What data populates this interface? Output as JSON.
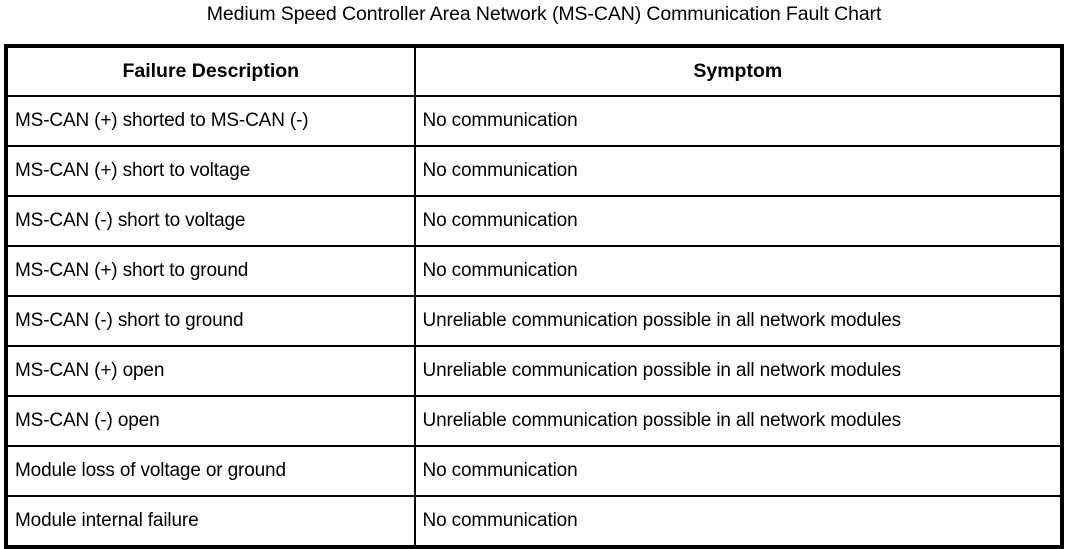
{
  "title": "Medium Speed Controller Area Network (MS-CAN) Communication Fault Chart",
  "table": {
    "columns": [
      {
        "key": "failure_description",
        "label": "Failure Description"
      },
      {
        "key": "symptom",
        "label": "Symptom"
      }
    ],
    "rows": [
      {
        "failure_description": "MS-CAN (+) shorted to MS-CAN (-)",
        "symptom": "No communication"
      },
      {
        "failure_description": "MS-CAN (+) short to voltage",
        "symptom": "No communication"
      },
      {
        "failure_description": "MS-CAN (-) short to voltage",
        "symptom": "No communication"
      },
      {
        "failure_description": "MS-CAN (+) short to ground",
        "symptom": "No communication"
      },
      {
        "failure_description": "MS-CAN (-) short to ground",
        "symptom": "Unreliable communication possible in all network modules"
      },
      {
        "failure_description": "MS-CAN (+) open",
        "symptom": "Unreliable communication possible in all network modules"
      },
      {
        "failure_description": "MS-CAN (-) open",
        "symptom": "Unreliable communication possible in all network modules"
      },
      {
        "failure_description": "Module loss of voltage or ground",
        "symptom": "No communication"
      },
      {
        "failure_description": "Module internal failure",
        "symptom": "No communication"
      }
    ]
  },
  "colors": {
    "text": "#000000",
    "background": "#ffffff",
    "border": "#000000"
  }
}
